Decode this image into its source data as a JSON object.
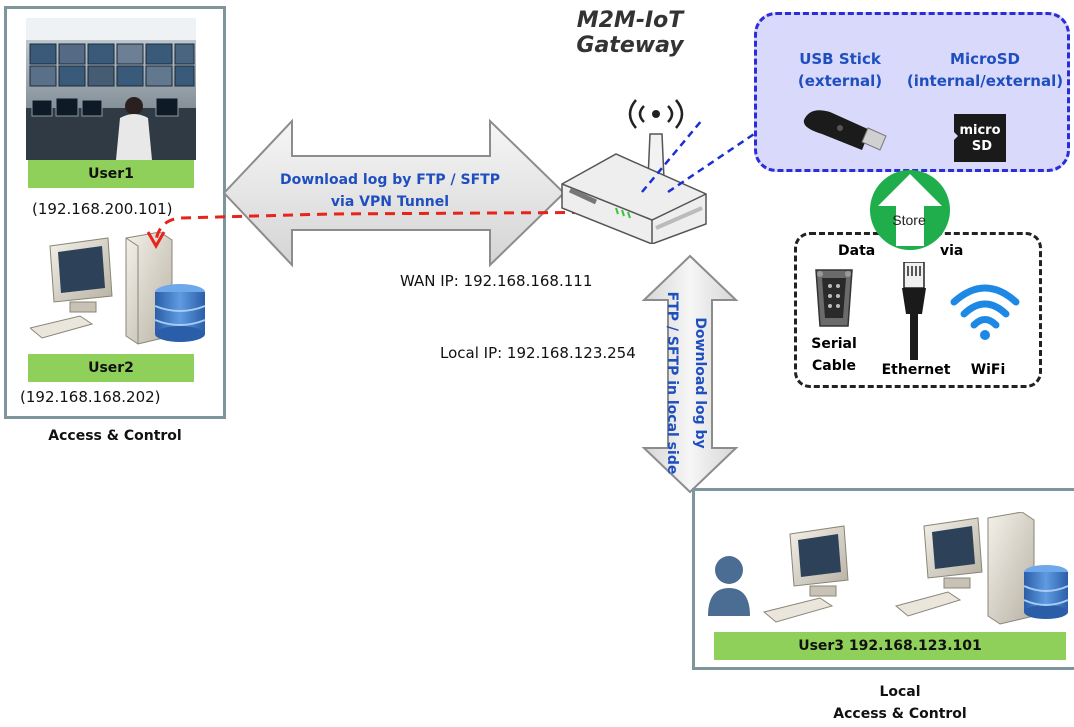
{
  "gateway": {
    "title_line1": "M2M-IoT",
    "title_line2": "Gateway"
  },
  "storage": {
    "usb_title": "USB Stick",
    "usb_sub": "(external)",
    "sd_title": "MicroSD",
    "sd_sub": "(internal/external)",
    "sd_chip_top": "micro",
    "sd_chip_bottom": "SD"
  },
  "store_label": "Store",
  "data_via": {
    "data_label": "Data",
    "via_label": "via",
    "serial_line1": "Serial",
    "serial_line2": "Cable",
    "ethernet": "Ethernet",
    "wifi": "WiFi"
  },
  "remote": {
    "user1": "User1",
    "user1_ip": "(192.168.200.101)",
    "user2": "User2",
    "user2_ip": "(192.168.168.202)",
    "caption": "Access & Control"
  },
  "wan_arrow": {
    "line1": "Download log by FTP / SFTP",
    "line2": "via VPN Tunnel"
  },
  "wan_ip": "WAN IP: 192.168.168.111",
  "local_ip": "Local IP: 192.168.123.254",
  "local_arrow": {
    "line1": "Download log by",
    "line2": "FTP / SFTP in local side"
  },
  "local": {
    "user3": "User3  192.168.123.101",
    "caption_line1": "Local",
    "caption_line2": "Access & Control"
  }
}
